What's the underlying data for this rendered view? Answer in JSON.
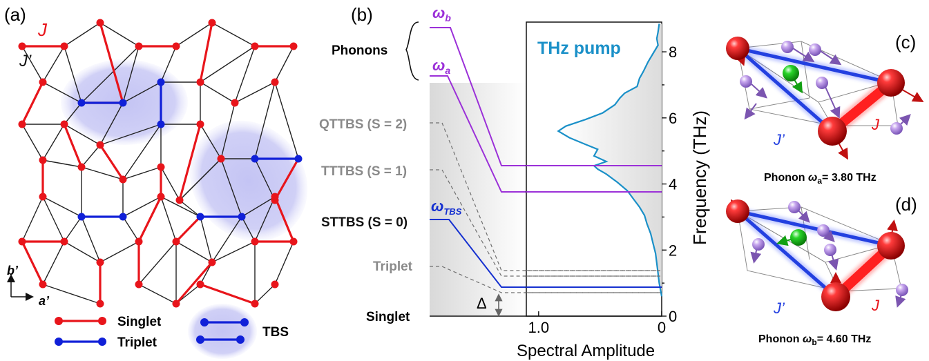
{
  "panel_labels": {
    "a": "(a)",
    "b": "(b)",
    "c": "(c)",
    "d": "(d)"
  },
  "panel_a": {
    "J_label": "J",
    "Jprime_label": "J’",
    "axis_b": "b’",
    "axis_a": "a’",
    "legend": {
      "singlet": "Singlet",
      "triplet": "Triplet",
      "tbs": "TBS"
    },
    "colors": {
      "singlet": "#e8151b",
      "triplet": "#1020d8",
      "bond": "#222222",
      "tbs_blob": "#c8c8f4"
    }
  },
  "panel_b": {
    "phonons_label": "Phonons",
    "omega_b": {
      "sym": "ω",
      "sub": "b"
    },
    "omega_a": {
      "sym": "ω",
      "sub": "a"
    },
    "omega_tbs": {
      "sym": "ω",
      "sub": "TBS"
    },
    "qttbs_label": "QTTBS (S = 2)",
    "tttbs_label": "TTTBS (S = 1)",
    "sttbs_label": "STTBS (S = 0)",
    "triplet_label": "Triplet",
    "singlet_label": "Singlet",
    "delta_label": "Δ",
    "thz_label": "THz pump",
    "xlabel": "Spectral Amplitude",
    "ylabel": "Frequency (THz)",
    "colors": {
      "phonon": "#9b30d8",
      "tbs": "#1530d0",
      "gray": "#8a8a8a",
      "pump": "#1a90c8"
    }
  },
  "chart_data": {
    "type": "line",
    "title": "THz pump",
    "xlabel": "Spectral Amplitude",
    "ylabel": "Frequency (THz)",
    "xlim": [
      1.1,
      0
    ],
    "ylim": [
      0,
      8.9
    ],
    "xticks": [
      "1.0",
      "0"
    ],
    "yticks": [
      "0",
      "2",
      "4",
      "6",
      "8"
    ],
    "series": [
      {
        "name": "THz pump",
        "points": [
          [
            0.0,
            0.6
          ],
          [
            0.01,
            0.8
          ],
          [
            0.02,
            1.0
          ],
          [
            0.03,
            1.3
          ],
          [
            0.04,
            1.6
          ],
          [
            0.05,
            1.9
          ],
          [
            0.07,
            2.2
          ],
          [
            0.09,
            2.5
          ],
          [
            0.12,
            2.8
          ],
          [
            0.14,
            3.05
          ],
          [
            0.18,
            3.3
          ],
          [
            0.23,
            3.55
          ],
          [
            0.28,
            3.8
          ],
          [
            0.36,
            4.05
          ],
          [
            0.45,
            4.3
          ],
          [
            0.52,
            4.45
          ],
          [
            0.55,
            4.55
          ],
          [
            0.45,
            4.68
          ],
          [
            0.55,
            4.85
          ],
          [
            0.52,
            5.05
          ],
          [
            0.62,
            5.2
          ],
          [
            0.75,
            5.4
          ],
          [
            0.84,
            5.6
          ],
          [
            0.78,
            5.75
          ],
          [
            0.62,
            5.95
          ],
          [
            0.48,
            6.15
          ],
          [
            0.38,
            6.4
          ],
          [
            0.34,
            6.6
          ],
          [
            0.3,
            6.75
          ],
          [
            0.2,
            6.95
          ],
          [
            0.18,
            7.2
          ],
          [
            0.15,
            7.4
          ],
          [
            0.11,
            7.7
          ],
          [
            0.07,
            7.95
          ],
          [
            0.03,
            8.2
          ],
          [
            0.04,
            8.4
          ],
          [
            0.03,
            8.6
          ],
          [
            0.02,
            8.85
          ]
        ]
      }
    ],
    "levels_THz": {
      "omega_b_phonon": 4.6,
      "omega_a_phonon": 3.8,
      "tbs": 0.86,
      "delta_gap": 0.7
    },
    "grid": false,
    "shaded_background": true
  },
  "panel_c": {
    "J_label": "J",
    "Jprime_label": "J’",
    "caption": "Phonon ωa= 3.80 THz",
    "caption_parts": {
      "pre": "Phonon ",
      "sym": "ω",
      "sub": "a",
      "post": "= 3.80 THz"
    }
  },
  "panel_d": {
    "J_label": "J",
    "Jprime_label": "J’",
    "caption": "Phonon ωb= 4.60 THz",
    "caption_parts": {
      "pre": "Phonon ",
      "sym": "ω",
      "sub": "b",
      "post": "= 4.60 THz"
    }
  }
}
